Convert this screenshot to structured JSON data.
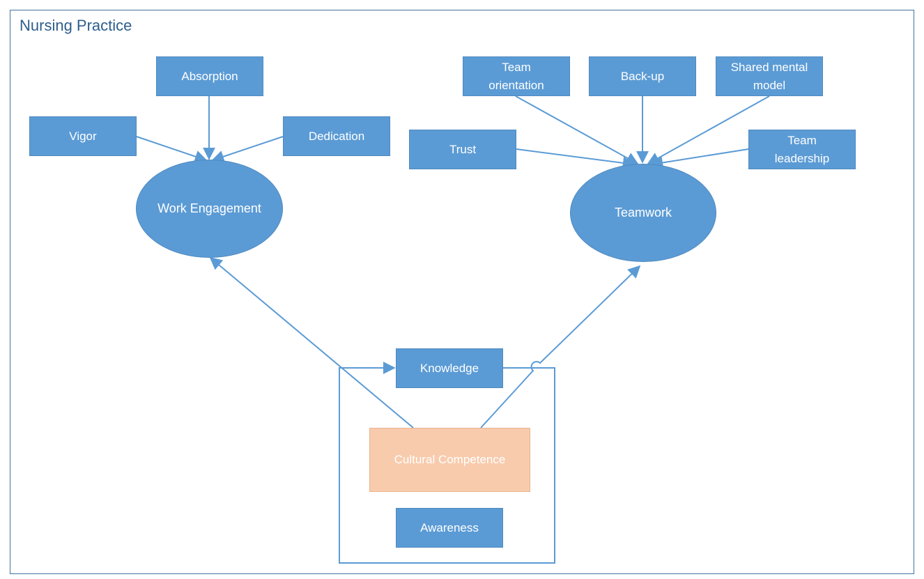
{
  "title": "Nursing Practice",
  "work_engagement": {
    "center": "Work Engagement",
    "absorption": "Absorption",
    "vigor": "Vigor",
    "dedication": "Dedication"
  },
  "teamwork": {
    "center": "Teamwork",
    "team_orientation": "Team orientation",
    "back_up": "Back-up",
    "shared_mental_model": "Shared mental model",
    "trust": "Trust",
    "team_leadership": "Team leadership"
  },
  "cultural": {
    "center": "Cultural Competence",
    "knowledge": "Knowledge",
    "awareness": "Awareness"
  },
  "colors": {
    "node_fill": "#5b9bd5",
    "connector": "#5b9bd5",
    "frame_border": "#41719c",
    "highlight_fill": "#f8cbad"
  }
}
